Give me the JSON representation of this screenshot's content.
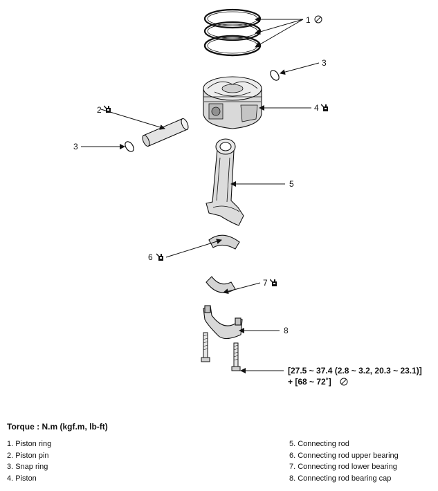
{
  "callouts": {
    "c1": "1",
    "c2": "2",
    "c3a": "3",
    "c3b": "3",
    "c4": "4",
    "c5": "5",
    "c6": "6",
    "c7": "7",
    "c8": "8"
  },
  "torque_spec": {
    "line1": "[27.5 ~ 37.4 (2.8 ~ 3.2, 20.3 ~ 23.1)]",
    "line2": "+ [68 ~ 72˚]"
  },
  "torque_title": "Torque : N.m (kgf.m, lb-ft)",
  "legend_left": [
    "1. Piston ring",
    "2. Piston pin",
    "3. Snap ring",
    "4. Piston"
  ],
  "legend_right": [
    "5. Connecting rod",
    "6. Connecting rod upper bearing",
    "7. Connecting rod lower bearing",
    "8. Connecting rod bearing cap"
  ],
  "icons": [
    "no-reuse-icon",
    "oil-can-icon"
  ]
}
